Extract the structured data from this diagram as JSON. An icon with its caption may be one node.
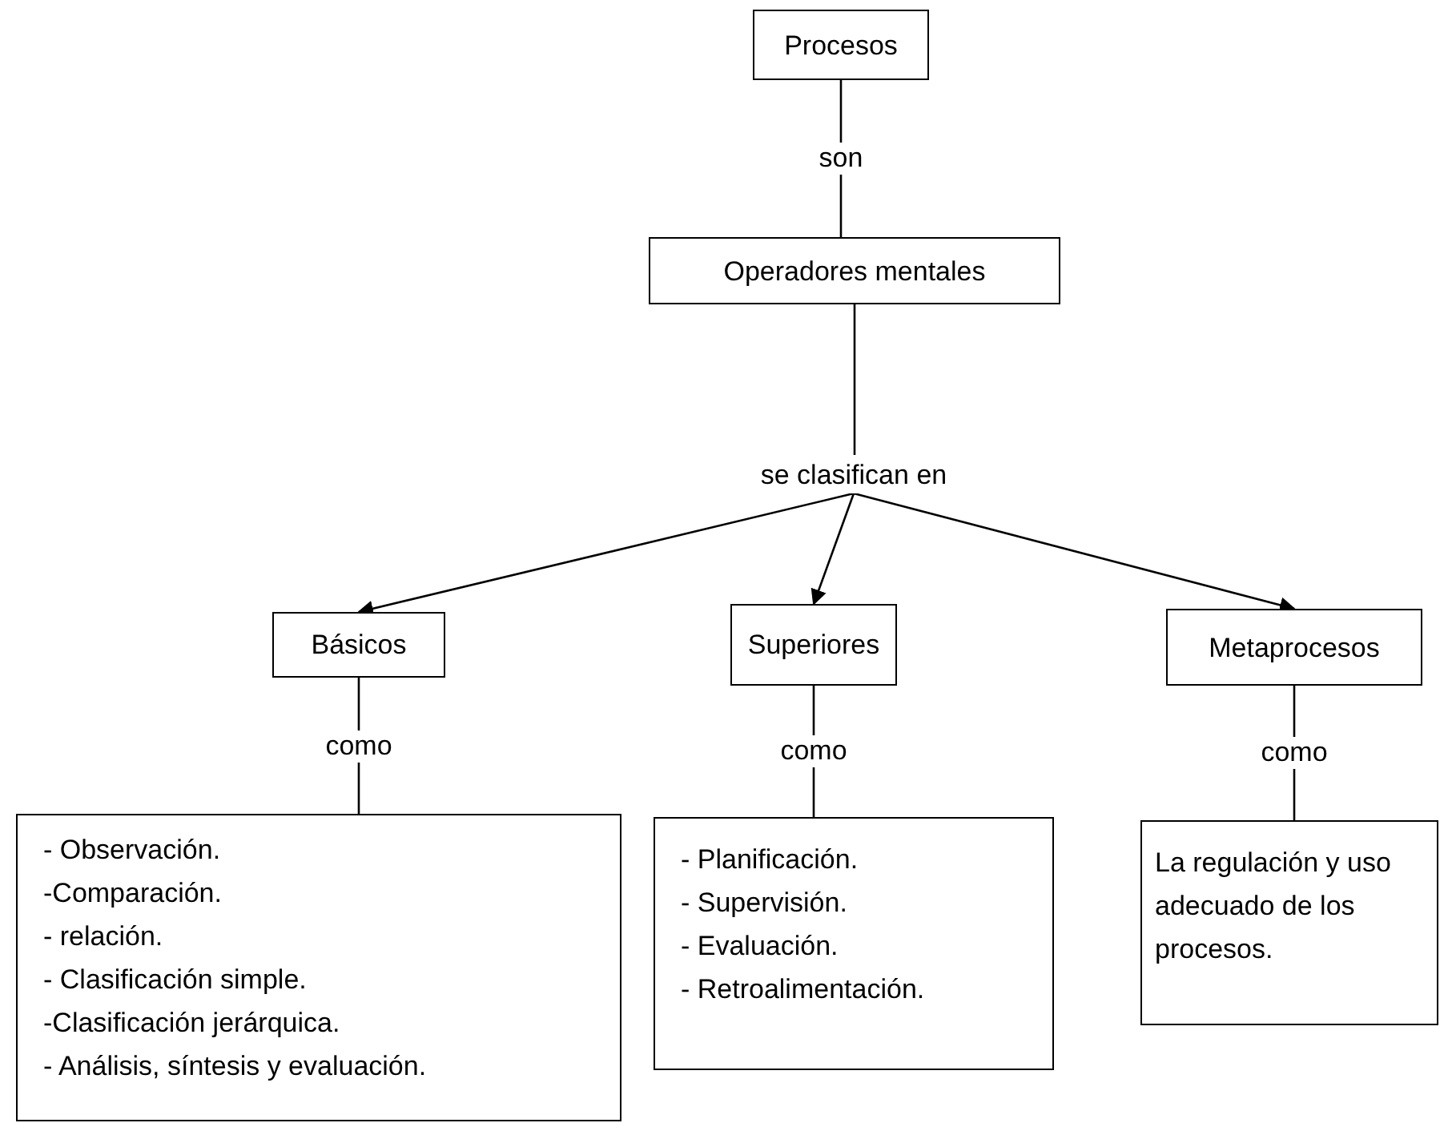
{
  "diagram": {
    "nodes": [
      {
        "text": [
          "Procesos"
        ]
      },
      {
        "text": [
          "Operadores mentales"
        ]
      },
      {
        "text": [
          "se clasifican en"
        ]
      },
      {
        "text": [
          "Básicos"
        ]
      },
      {
        "text": [
          "Superiores"
        ]
      },
      {
        "text": [
          "Metaprocesos"
        ]
      },
      {
        "text": [
          "- Observación.",
          "-Comparación.",
          "- relación.",
          "- Clasificación simple.",
          "-Clasificación jerárquica.",
          "- Análisis, síntesis y evaluación."
        ]
      },
      {
        "text": [
          "- Planificación.",
          "- Supervisión.",
          "- Evaluación.",
          "- Retroalimentación."
        ]
      },
      {
        "text": [
          "La regulación y uso adecuado de los procesos."
        ]
      }
    ],
    "edges": [
      {
        "from": 0,
        "to": 1,
        "arrow": "none",
        "label": "son"
      },
      {
        "from": 1,
        "to": 2,
        "arrow": "none"
      },
      {
        "from": 2,
        "to": 3,
        "arrow": "to"
      },
      {
        "from": 2,
        "to": 4,
        "arrow": "to"
      },
      {
        "from": 2,
        "to": 5,
        "arrow": "to"
      },
      {
        "from": 3,
        "to": 6,
        "arrow": "none",
        "label": "como"
      },
      {
        "from": 4,
        "to": 7,
        "arrow": "none",
        "label": "como"
      },
      {
        "from": 5,
        "to": 8,
        "arrow": "none",
        "label": "como"
      }
    ]
  }
}
